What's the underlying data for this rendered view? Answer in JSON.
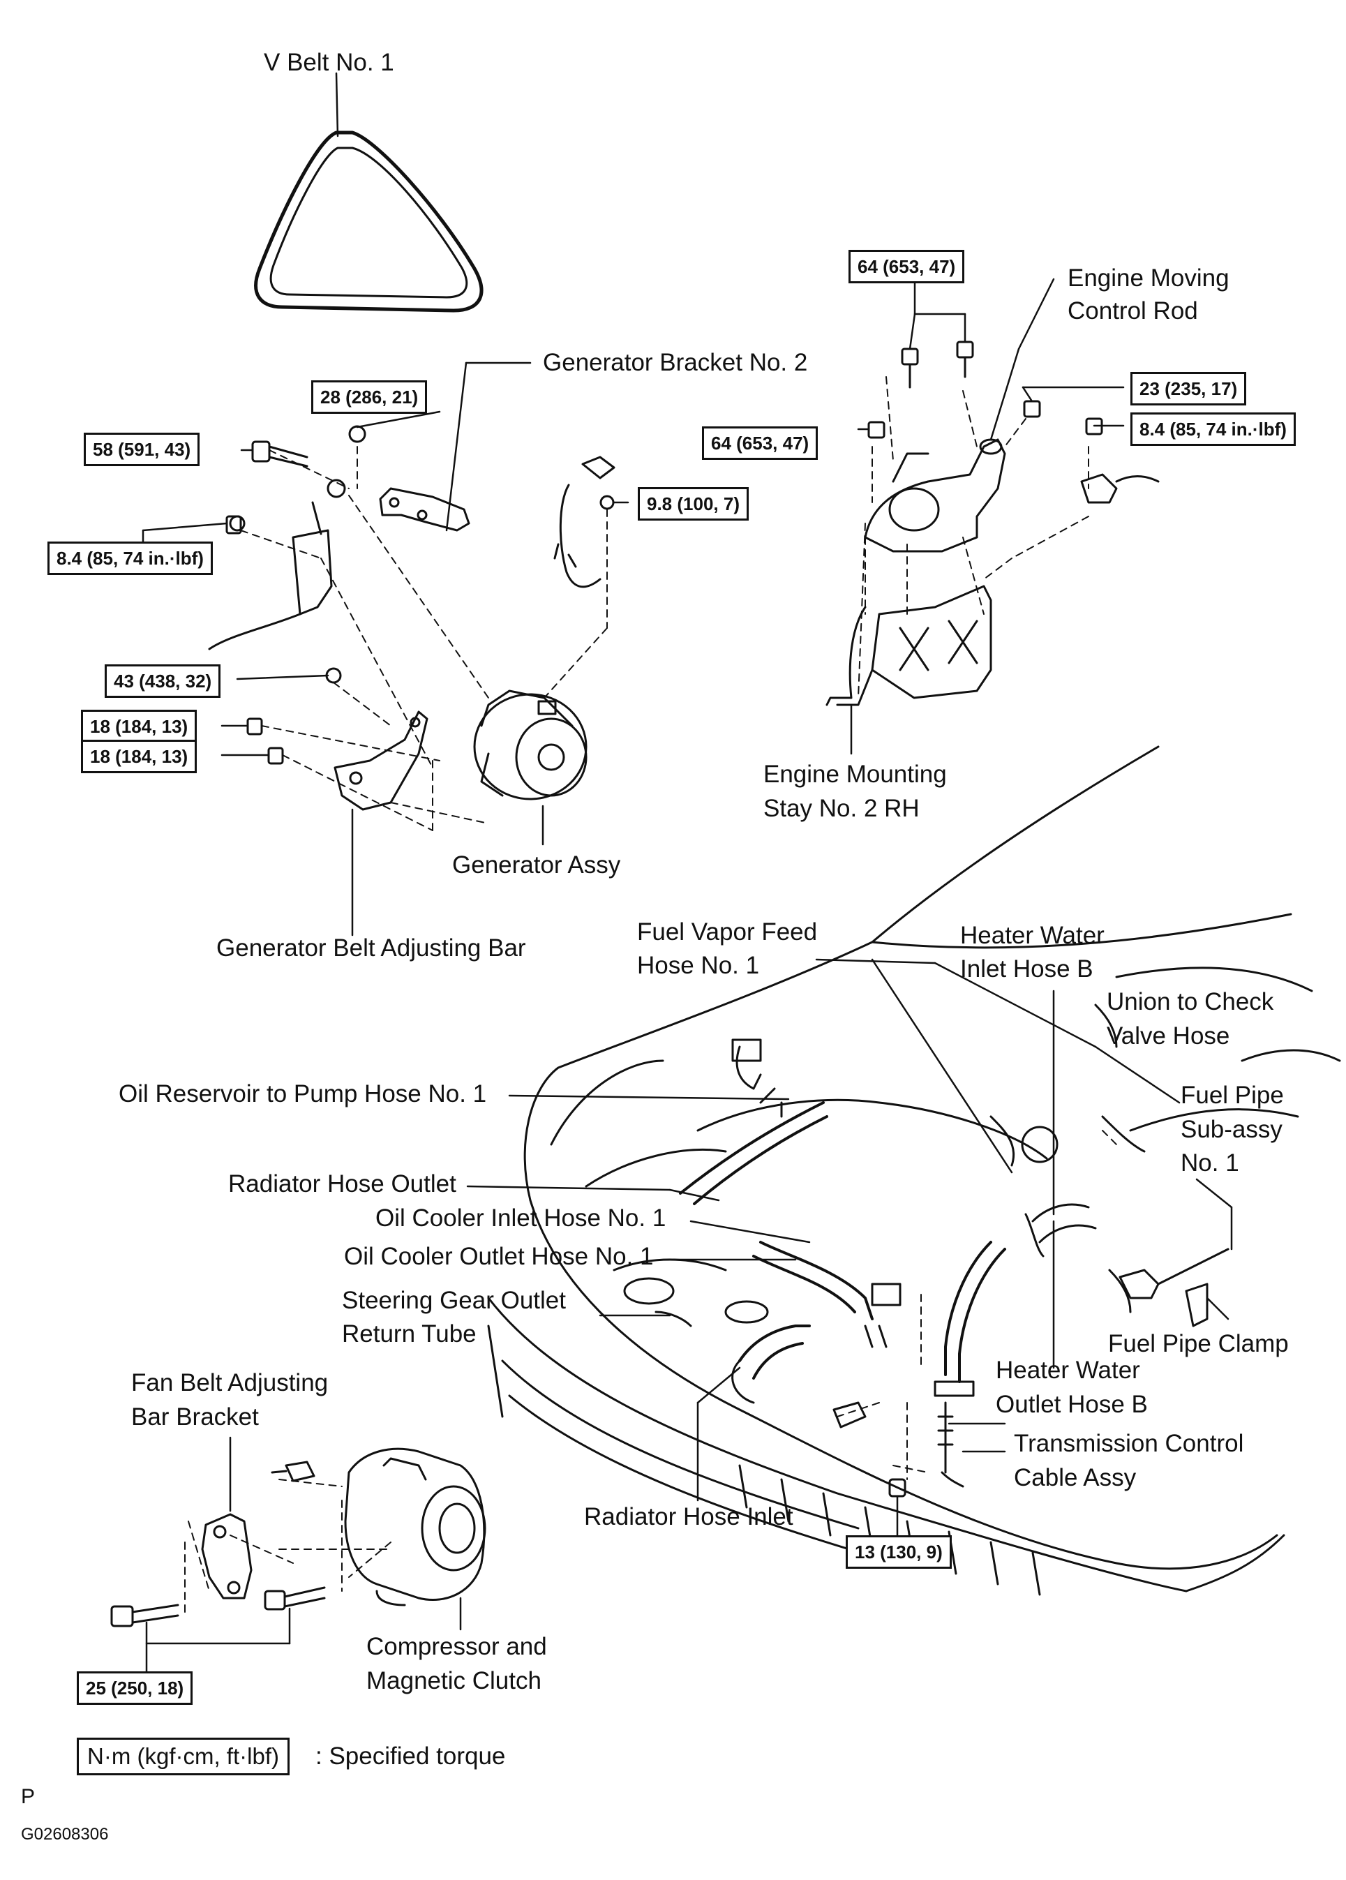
{
  "labels": {
    "v_belt": "V Belt No. 1",
    "gen_bracket_2": "Generator Bracket No. 2",
    "engine_moving_rod": [
      "Engine Moving",
      "Control Rod"
    ],
    "engine_mount_stay": [
      "Engine Mounting",
      "Stay No. 2 RH"
    ],
    "generator_assy": "Generator Assy",
    "gen_belt_adjust_bar": "Generator Belt Adjusting Bar",
    "fuel_vapor_hose": [
      "Fuel Vapor Feed",
      "Hose No. 1"
    ],
    "heater_inlet_hose": [
      "Heater Water",
      "Inlet Hose B"
    ],
    "union_check_valve": [
      "Union to Check",
      "Valve Hose"
    ],
    "fuel_pipe_sub": [
      "Fuel Pipe",
      "Sub-assy",
      "No. 1"
    ],
    "oil_reservoir_hose": "Oil Reservoir to Pump Hose No. 1",
    "radiator_outlet": "Radiator Hose Outlet",
    "oil_cooler_inlet": "Oil Cooler Inlet Hose No. 1",
    "oil_cooler_outlet": "Oil Cooler Outlet Hose No. 1",
    "steering_return": [
      "Steering Gear Outlet",
      "Return Tube"
    ],
    "fuel_pipe_clamp": "Fuel Pipe Clamp",
    "heater_outlet_hose": [
      "Heater Water",
      "Outlet Hose B"
    ],
    "transmission_cable": [
      "Transmission Control",
      "Cable Assy"
    ],
    "fan_belt_bracket": [
      "Fan Belt Adjusting",
      "Bar Bracket"
    ],
    "radiator_inlet": "Radiator Hose Inlet",
    "compressor": [
      "Compressor and",
      "Magnetic Clutch"
    ]
  },
  "torques": {
    "t_64_top": "64 (653, 47)",
    "t_28": "28 (286, 21)",
    "t_58": "58 (591, 43)",
    "t_23": "23 (235, 17)",
    "t_64_mid": "64 (653, 47)",
    "t_84_right": "8.4 (85, 74 in.·lbf)",
    "t_98": "9.8 (100, 7)",
    "t_84_left": "8.4 (85, 74 in.·lbf)",
    "t_43": "43 (438, 32)",
    "t_18_a": "18 (184, 13)",
    "t_18_b": "18 (184, 13)",
    "t_13": "13 (130, 9)",
    "t_25": "25 (250, 18)"
  },
  "legend": {
    "unit_box": "N·m (kgf·cm, ft·lbf)",
    "unit_text": ": Specified torque"
  },
  "footer": {
    "mark": "P",
    "code": "G02608306"
  }
}
